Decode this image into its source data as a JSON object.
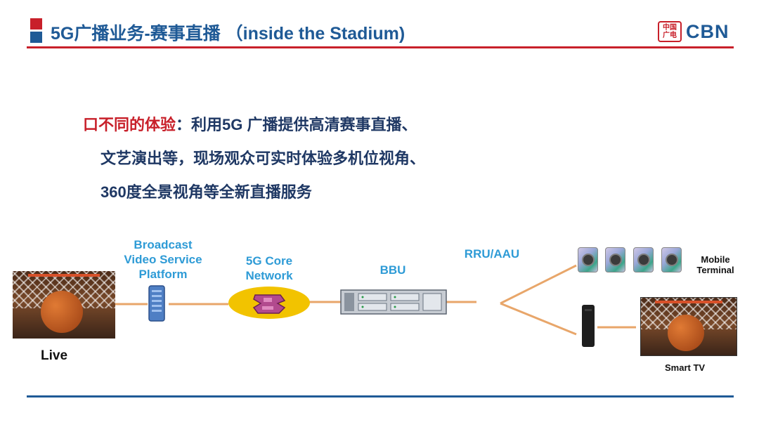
{
  "header": {
    "title": "5G广播业务-赛事直播 （inside the Stadium)",
    "logo_badge": "中国广电",
    "logo_text": "CBN"
  },
  "bullets": {
    "marker": "口",
    "heading": "不同的体验",
    "line1_rest": "：利用5G 广播提供高清赛事直播、",
    "line2": "文艺演出等，现场观众可实时体验多机位视角、",
    "line3": "360度全景视角等全新直播服务"
  },
  "diagram": {
    "live_label": "Live",
    "platform_label": [
      "Broadcast",
      "Video Service",
      "Platform"
    ],
    "core_label": [
      "5G Core",
      "Network"
    ],
    "bbu_label": "BBU",
    "rru_label": "RRU/AAU",
    "mobile_label": [
      "Mobile",
      "Terminal"
    ],
    "tv_label": "Smart TV"
  },
  "colors": {
    "brand_blue": "#1f5a96",
    "brand_red": "#c8202a",
    "label_blue": "#2e9bd6",
    "link_orange": "#e8a66a",
    "core_gold": "#f2c300"
  }
}
